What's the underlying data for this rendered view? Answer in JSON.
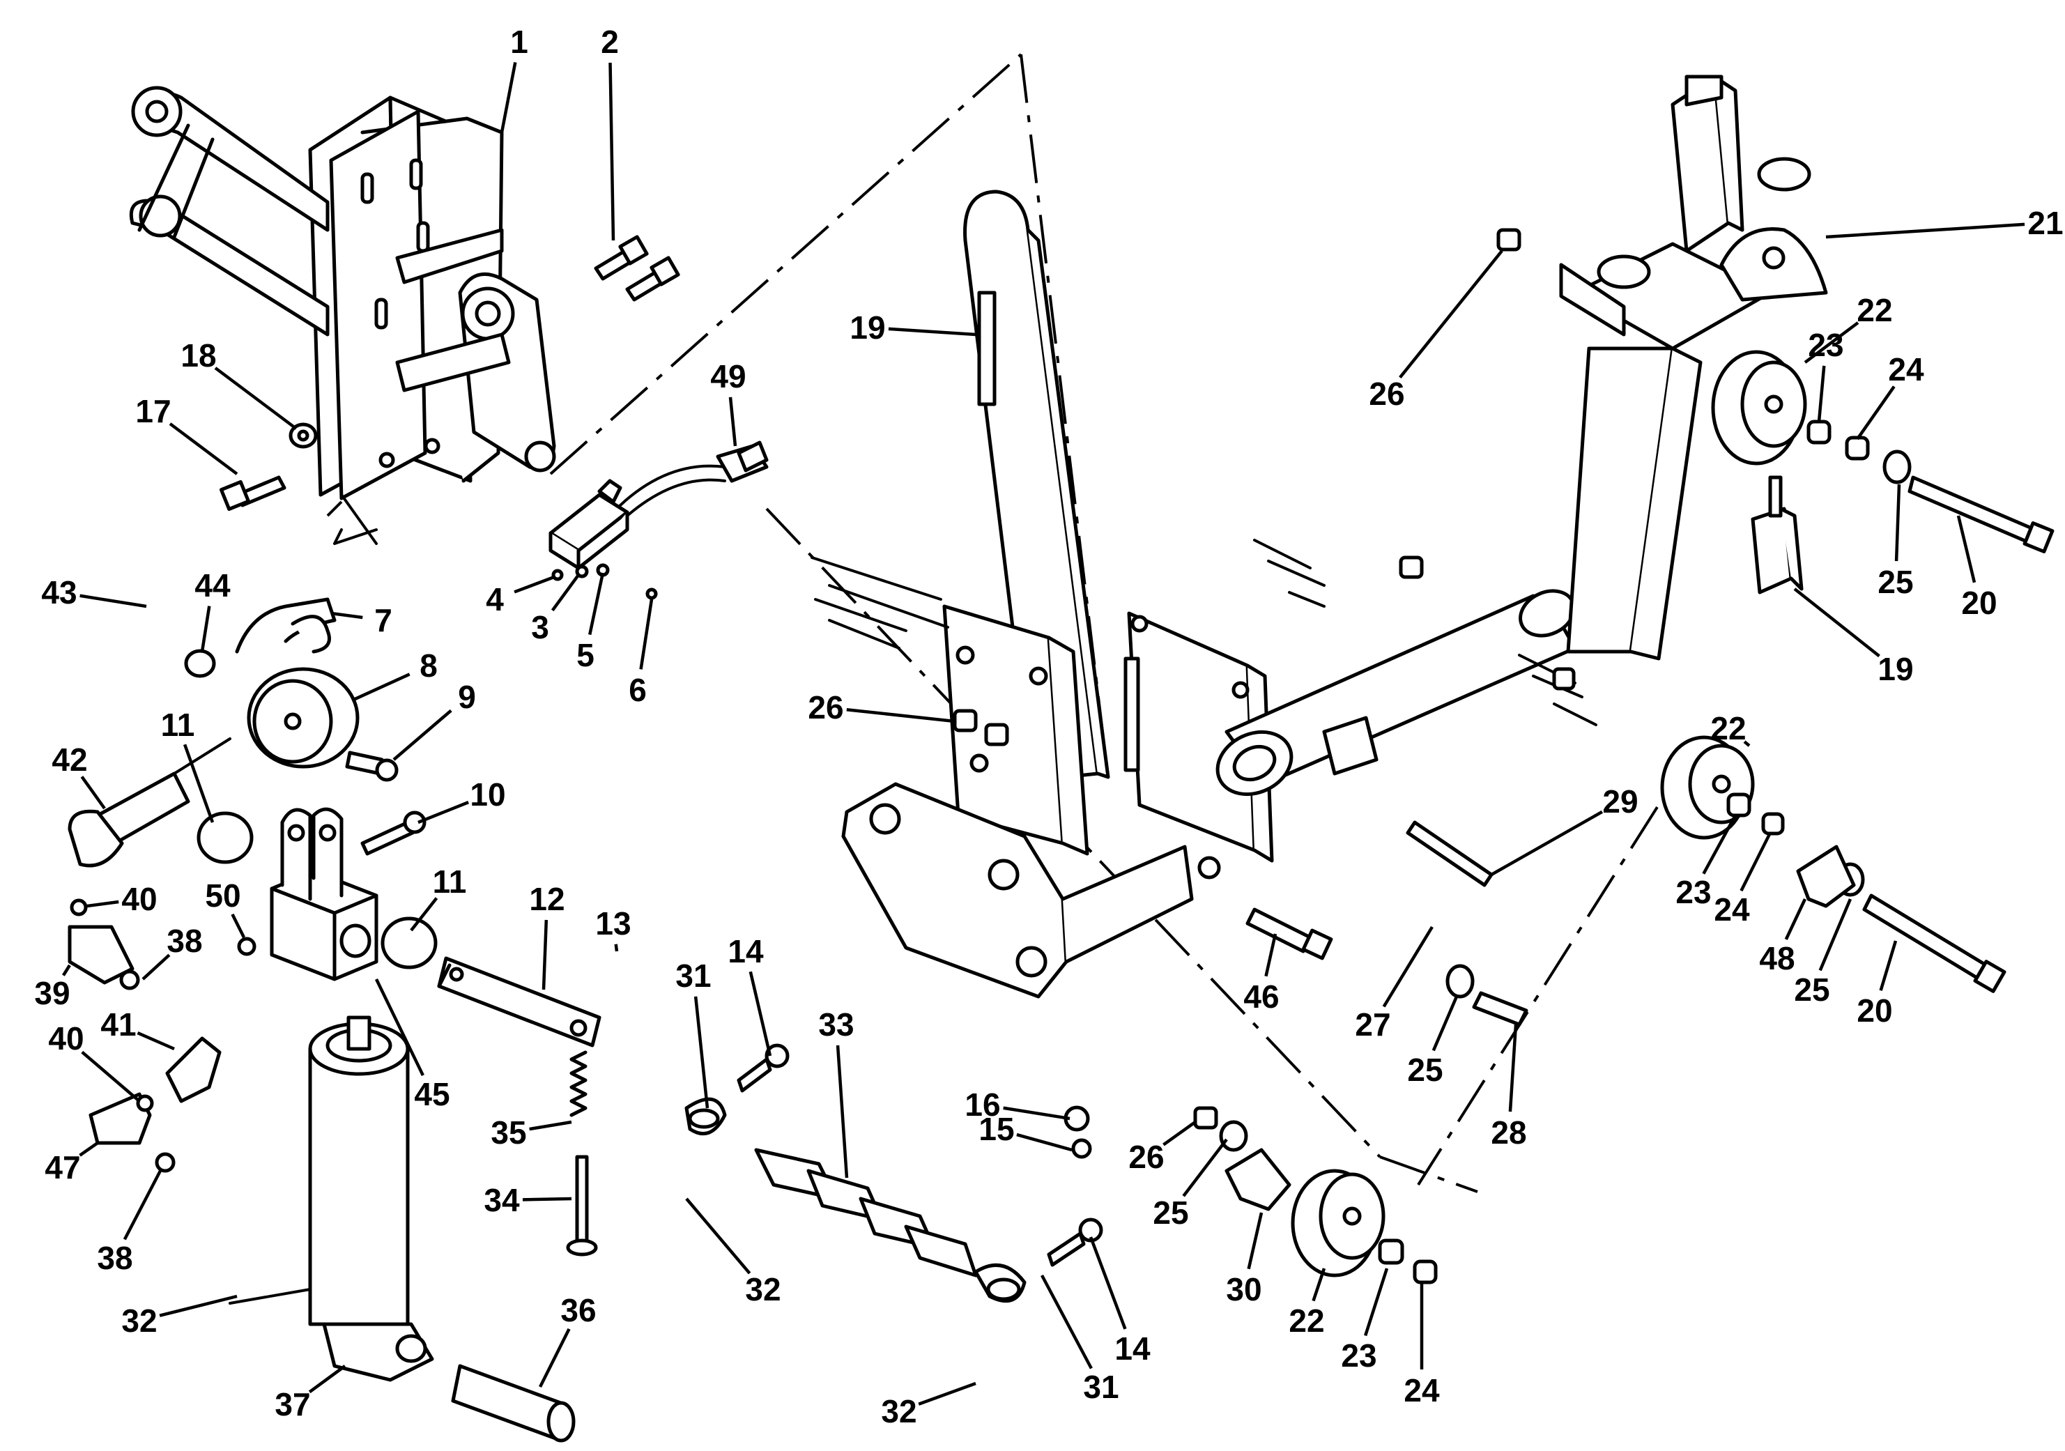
{
  "callouts": [
    {
      "label": "1"
    },
    {
      "label": "2"
    },
    {
      "label": "3"
    },
    {
      "label": "4"
    },
    {
      "label": "5"
    },
    {
      "label": "6"
    },
    {
      "label": "7"
    },
    {
      "label": "8"
    },
    {
      "label": "9"
    },
    {
      "label": "10"
    },
    {
      "label": "11"
    },
    {
      "label": "11"
    },
    {
      "label": "12"
    },
    {
      "label": "13"
    },
    {
      "label": "14"
    },
    {
      "label": "14"
    },
    {
      "label": "15"
    },
    {
      "label": "16"
    },
    {
      "label": "17"
    },
    {
      "label": "18"
    },
    {
      "label": "19"
    },
    {
      "label": "19"
    },
    {
      "label": "20"
    },
    {
      "label": "20"
    },
    {
      "label": "21"
    },
    {
      "label": "22"
    },
    {
      "label": "22"
    },
    {
      "label": "22"
    },
    {
      "label": "23"
    },
    {
      "label": "23"
    },
    {
      "label": "23"
    },
    {
      "label": "24"
    },
    {
      "label": "24"
    },
    {
      "label": "24"
    },
    {
      "label": "25"
    },
    {
      "label": "25"
    },
    {
      "label": "25"
    },
    {
      "label": "25"
    },
    {
      "label": "26"
    },
    {
      "label": "26"
    },
    {
      "label": "26"
    },
    {
      "label": "27"
    },
    {
      "label": "28"
    },
    {
      "label": "29"
    },
    {
      "label": "30"
    },
    {
      "label": "31"
    },
    {
      "label": "31"
    },
    {
      "label": "32"
    },
    {
      "label": "32"
    },
    {
      "label": "32"
    },
    {
      "label": "33"
    },
    {
      "label": "34"
    },
    {
      "label": "35"
    },
    {
      "label": "36"
    },
    {
      "label": "37"
    },
    {
      "label": "38"
    },
    {
      "label": "38"
    },
    {
      "label": "39"
    },
    {
      "label": "40"
    },
    {
      "label": "40"
    },
    {
      "label": "41"
    },
    {
      "label": "42"
    },
    {
      "label": "43"
    },
    {
      "label": "44"
    },
    {
      "label": "45"
    },
    {
      "label": "46"
    },
    {
      "label": "47"
    },
    {
      "label": "48"
    },
    {
      "label": "49"
    },
    {
      "label": "50"
    }
  ]
}
